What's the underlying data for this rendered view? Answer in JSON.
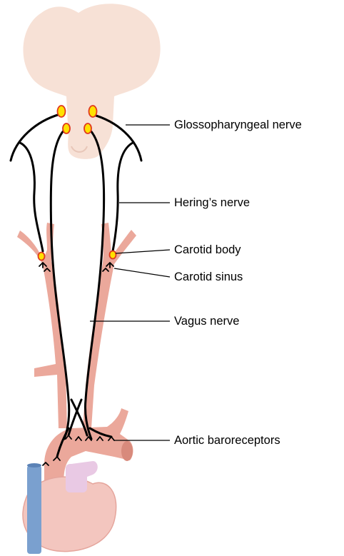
{
  "labels": {
    "glossopharyngeal": "Glossopharyngeal nerve",
    "hering": "Hering’s nerve",
    "carotid_body": "Carotid body",
    "carotid_sinus": "Carotid sinus",
    "vagus": "Vagus nerve",
    "aortic": "Aortic baroreceptors"
  },
  "colors": {
    "brainstem": "#f7e1d6",
    "artery": "#eba89b",
    "artery_dark": "#d88a7c",
    "heart": "#f3c6bf",
    "heart_dark": "#e5a59c",
    "vena": "#7aa0cf",
    "nerve": "#000000",
    "receptor_fill": "#ffe100",
    "receptor_stroke": "#e03a1e"
  }
}
